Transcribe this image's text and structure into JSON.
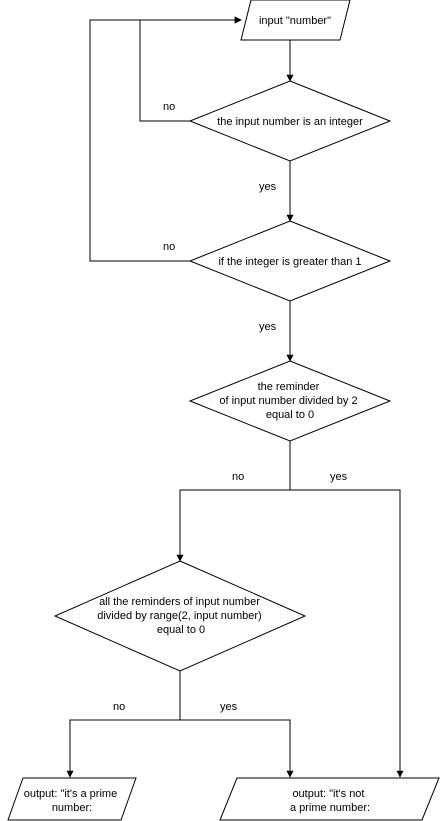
{
  "nodes": {
    "input": "input \"number\"",
    "is_integer": "the input number is an integer",
    "greater_than_one": "if the integer is greater than 1",
    "remainder_by_two": [
      "the reminder",
      "of input number divided by 2",
      "equal to 0"
    ],
    "remainders_range": [
      "all the reminders of input number",
      "divided by range(2, input number)",
      "equal to 0"
    ],
    "output_prime": [
      "output: \"it's a prime",
      "number:"
    ],
    "output_not_prime": [
      "output: \"it's not",
      "a prime number:"
    ]
  },
  "edge_labels": {
    "integer_no": "no",
    "integer_yes": "yes",
    "greater_no": "no",
    "greater_yes": "yes",
    "remainder_no": "no",
    "remainder_yes": "yes",
    "range_no": "no",
    "range_yes": "yes"
  }
}
